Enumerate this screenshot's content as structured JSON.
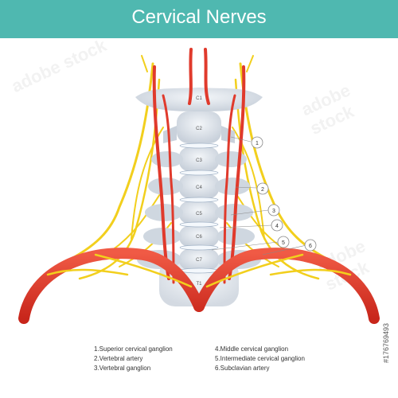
{
  "header": {
    "title": "Cervical Nerves",
    "background_color": "#4fb8b0"
  },
  "watermark": {
    "text": "adobe stock"
  },
  "vertebrae": {
    "labels": [
      "C1",
      "C2",
      "C3",
      "C4",
      "C5",
      "C6",
      "C7",
      "T1"
    ]
  },
  "callouts": [
    "1",
    "2",
    "3",
    "4",
    "5",
    "6"
  ],
  "legend": {
    "column1": [
      "1.Superior cervical ganglion",
      "2.Vertebral artery",
      "3.Vertebral ganglion"
    ],
    "column2": [
      "4.Middle cervical ganglion",
      "5.Intermediate cervical ganglion",
      "6.Subclavian artery"
    ]
  },
  "stock_id": "#176769493",
  "colors": {
    "artery": "#e03a2c",
    "nerve": "#f2cf1d",
    "bone": "#dde3ea",
    "disc": "#f4f8fc"
  }
}
